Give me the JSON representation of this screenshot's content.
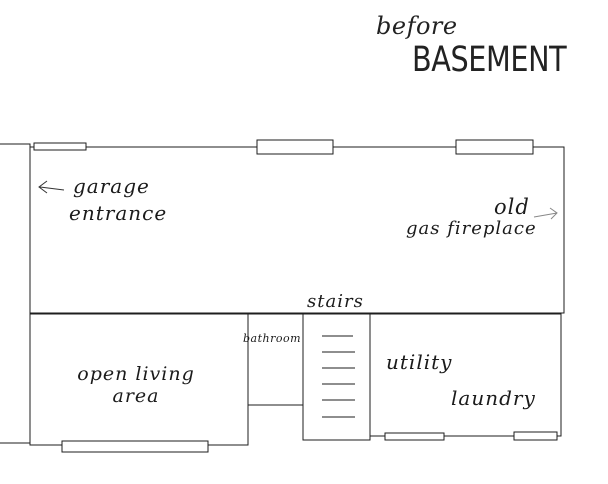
{
  "title": {
    "prefix": "before",
    "main": "BASEMENT"
  },
  "labels": {
    "garage_line1": "garage",
    "garage_line2": "entrance",
    "fireplace_line1": "old",
    "fireplace_line2": "gas fireplace",
    "stairs": "stairs",
    "bathroom": "bathroom",
    "living_line1": "open living",
    "living_line2": "area",
    "utility": "utility",
    "laundry": "laundry"
  },
  "colors": {
    "wall": "#1e1e1e",
    "text": "#1b1b1b",
    "background": "#ffffff"
  }
}
